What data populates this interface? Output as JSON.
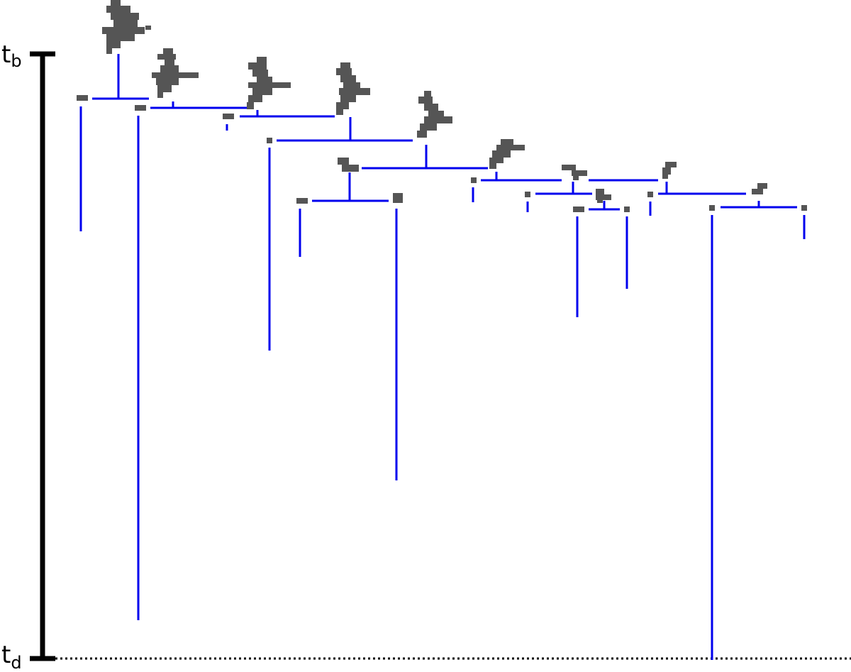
{
  "axis": {
    "top_label": {
      "main": "t",
      "sub": "b"
    },
    "bottom_label": {
      "main": "t",
      "sub": "d"
    }
  },
  "colors": {
    "tree": "#0000ee",
    "blob": "#555555",
    "axis": "#000000"
  }
}
